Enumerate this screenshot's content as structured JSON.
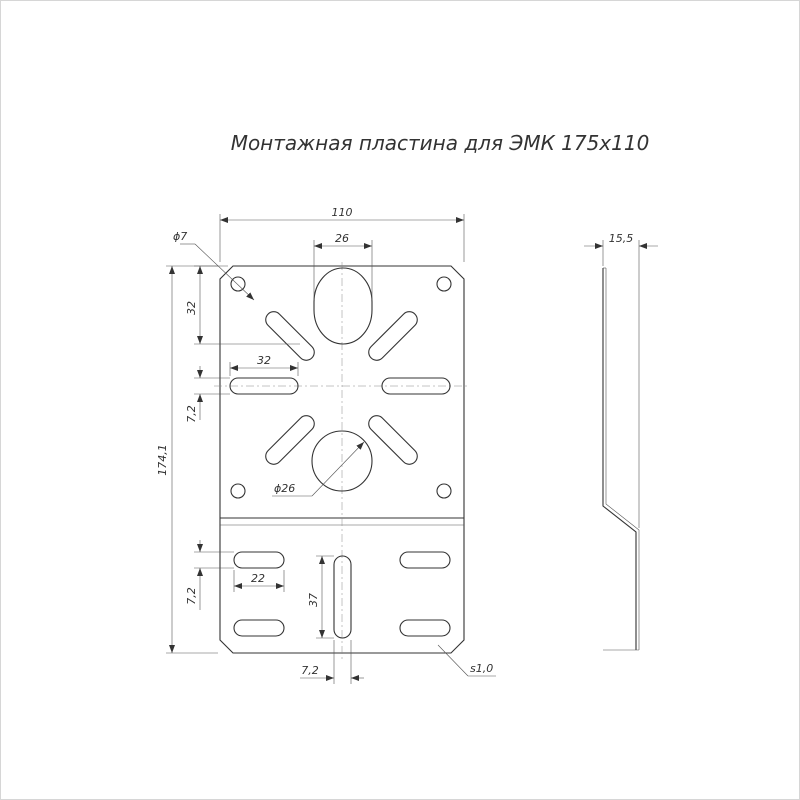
{
  "title": "Монтажная пластина для ЭМК 175х110",
  "dimensions": {
    "width_total": "110",
    "oval_width": "26",
    "hole_dia_small": "ϕ7",
    "top_offset": "32",
    "slot_length": "32",
    "slot_width_upper": "7,2",
    "height_total": "174,1",
    "hole_dia_large": "ϕ26",
    "slot_length_lower": "22",
    "slot_width_lower": "7,2",
    "vertical_slot_length": "37",
    "vertical_slot_width": "7,2",
    "thickness": "s1,0",
    "side_depth": "15,5"
  },
  "colors": {
    "line": "#333333",
    "center_line": "#888888",
    "frame": "#d6d6d6"
  }
}
